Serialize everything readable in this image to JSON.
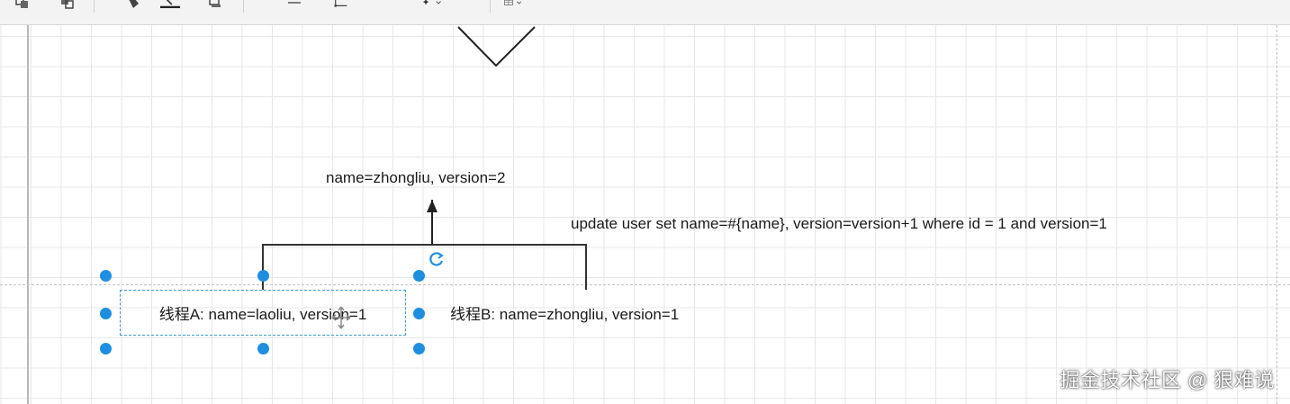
{
  "toolbar": {
    "buttons": [
      {
        "name": "to-front-icon"
      },
      {
        "name": "to-back-icon"
      },
      {
        "name": "fill-color-icon"
      },
      {
        "name": "line-color-icon"
      },
      {
        "name": "shadow-icon"
      },
      {
        "name": "connection-icon"
      },
      {
        "name": "waypoints-icon"
      },
      {
        "name": "insert-icon"
      },
      {
        "name": "table-icon"
      }
    ]
  },
  "diagram": {
    "result_label": "name=zhongliu, version=2",
    "sql_label": "update user set name=#{name}, version=version+1 where id = 1 and version=1",
    "thread_a_label": "线程A: name=laoliu, version=1",
    "thread_b_label": "线程B: name=zhongliu, version=1"
  },
  "watermark": "掘金技术社区 @ 狠难说",
  "colors": {
    "selection": "#1e8fe0",
    "grid": "#e7e7e7",
    "line": "#222222",
    "toolbar_bg": "#f3f3f3"
  }
}
